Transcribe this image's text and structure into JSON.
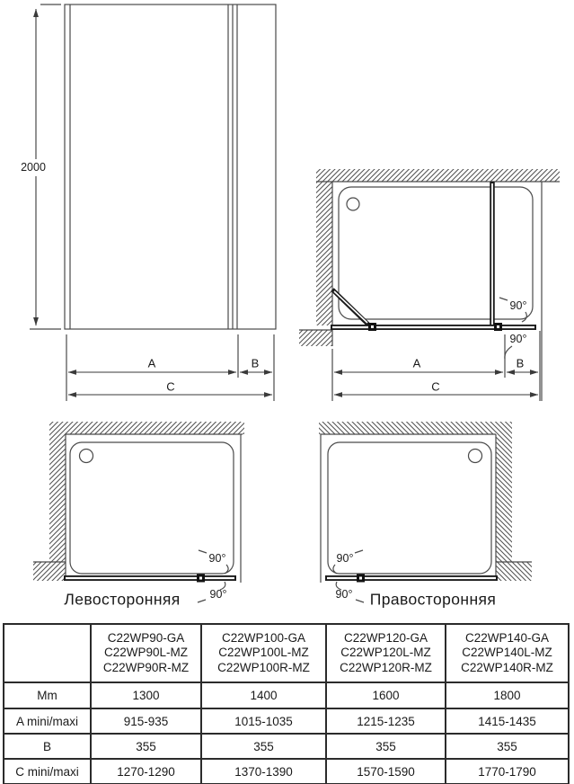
{
  "front_view": {
    "height": "2000",
    "dim_a": "A",
    "dim_b": "B",
    "dim_c": "C"
  },
  "plan_view": {
    "dim_a": "A",
    "dim_b": "B",
    "dim_c": "C",
    "angle_top": "90°",
    "angle_bottom": "90°"
  },
  "left_version": {
    "caption": "Левосторонняя",
    "angle_top": "90°",
    "angle_bottom": "90°"
  },
  "right_version": {
    "caption": "Правосторонняя",
    "angle_top": "90°",
    "angle_bottom": "90°"
  },
  "table": {
    "headers": [
      "C22WP90-GA\nC22WP90L-MZ\nC22WP90R-MZ",
      "C22WP100-GA\nC22WP100L-MZ\nC22WP100R-MZ",
      "C22WP120-GA\nC22WP120L-MZ\nC22WP120R-MZ",
      "C22WP140-GA\nC22WP140L-MZ\nC22WP140R-MZ"
    ],
    "rows": [
      {
        "label": "Mm",
        "values": [
          "1300",
          "1400",
          "1600",
          "1800"
        ]
      },
      {
        "label": "A mini/maxi",
        "values": [
          "915-935",
          "1015-1035",
          "1215-1235",
          "1415-1435"
        ]
      },
      {
        "label": "B",
        "values": [
          "355",
          "355",
          "355",
          "355"
        ]
      },
      {
        "label": "C mini/maxi",
        "values": [
          "1270-1290",
          "1370-1390",
          "1570-1590",
          "1770-1790"
        ]
      }
    ]
  },
  "colors": {
    "line": "#4a4a4a",
    "glass": "#1c1c1c",
    "text": "#1a1a1a",
    "table_border": "#2b2b2b"
  }
}
